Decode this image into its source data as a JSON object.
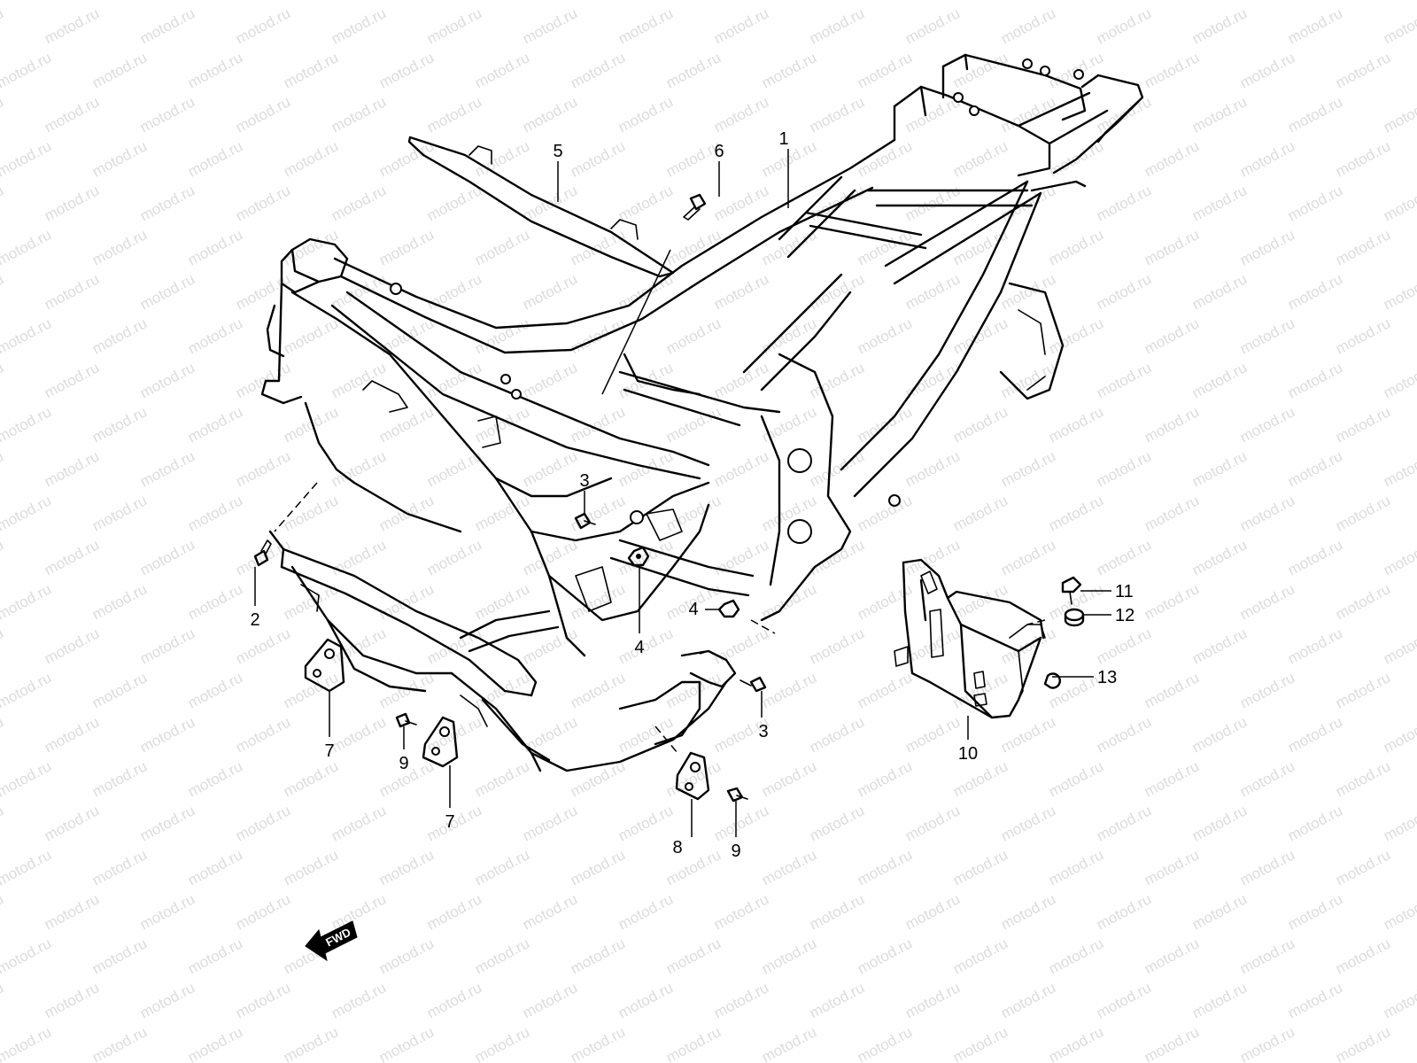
{
  "watermark": {
    "text": "motod.ru",
    "color": "#dcdcdc"
  },
  "fwd_label": "FWD",
  "callouts": [
    {
      "id": "c1",
      "text": "1"
    },
    {
      "id": "c2",
      "text": "2"
    },
    {
      "id": "c3a",
      "text": "3"
    },
    {
      "id": "c3b",
      "text": "3"
    },
    {
      "id": "c4a",
      "text": "4"
    },
    {
      "id": "c4b",
      "text": "4"
    },
    {
      "id": "c5",
      "text": "5"
    },
    {
      "id": "c6",
      "text": "6"
    },
    {
      "id": "c7a",
      "text": "7"
    },
    {
      "id": "c7b",
      "text": "7"
    },
    {
      "id": "c8",
      "text": "8"
    },
    {
      "id": "c9a",
      "text": "9"
    },
    {
      "id": "c9b",
      "text": "9"
    },
    {
      "id": "c10",
      "text": "10"
    },
    {
      "id": "c11",
      "text": "11"
    },
    {
      "id": "c12",
      "text": "12"
    },
    {
      "id": "c13",
      "text": "13"
    }
  ]
}
